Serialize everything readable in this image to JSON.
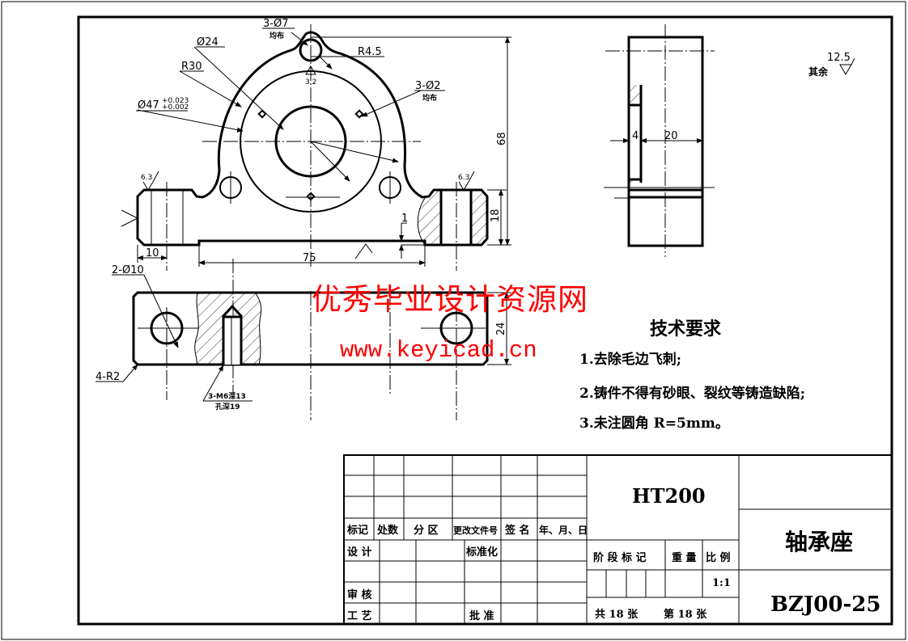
{
  "drawing": {
    "part_name": "轴承座",
    "drawing_number": "BZJ00-25",
    "material": "HT200",
    "scale": "1:1",
    "sheets_total": "共 18 张",
    "sheet_current": "第 18 张"
  },
  "dimensions": {
    "hole_3x7": "3-Ø7",
    "hole_3x7_note": "均布",
    "dia24": "Ø24",
    "r30": "R30",
    "r45": "R4.5",
    "dia47": "Ø47",
    "dia47_tol_upper": "+0.023",
    "dia47_tol_lower": "+0.002",
    "roughness_32": "3.2",
    "hole_3x2": "3-Ø2",
    "hole_3x2_note": "均布",
    "height_68": "68",
    "roughness_63_left": "6.3",
    "roughness_63_right": "6.3",
    "height_18": "18",
    "step_1": "1",
    "width_10": "10",
    "width_75": "75",
    "hole_2x10": "2-Ø10",
    "corner_4r2": "4-R2",
    "height_24": "24",
    "thread_note_1": "3-M6深13",
    "thread_note_2": "孔深19",
    "side_4": "4",
    "side_20": "20",
    "other_roughness_label": "其余",
    "other_roughness_value": "12.5"
  },
  "technical_requirements": {
    "title": "技术要求",
    "items": [
      "1.去除毛边飞刺;",
      "2.铸件不得有砂眼、裂纹等铸造缺陷;",
      "3.未注圆角 R=5mm。"
    ]
  },
  "title_block": {
    "headers": [
      "标记",
      "处数",
      "分 区",
      "更改文件号",
      "签 名",
      "年、月、日"
    ],
    "design": "设 计",
    "standardization": "标准化",
    "review": "审 核",
    "process": "工 艺",
    "approve": "批 准",
    "stage_mark": "阶 段 标 记",
    "weight": "重 量",
    "scale_label": "比 例"
  },
  "watermark": {
    "line1": "优秀毕业设计资源网",
    "line2": "www.keyicad.cn"
  },
  "colors": {
    "line": "#000000",
    "watermark": "#ff0000",
    "background": "#ffffff"
  }
}
